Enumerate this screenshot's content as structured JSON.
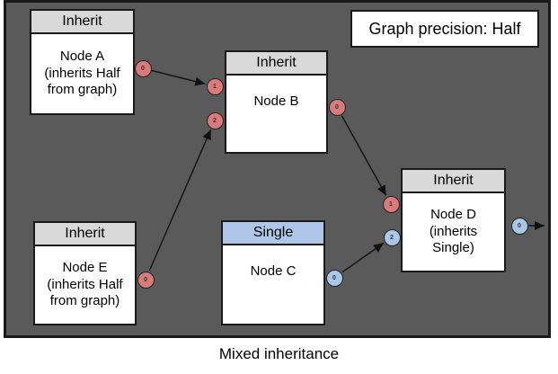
{
  "legend_box": {
    "label": "Graph precision: Half"
  },
  "caption": {
    "label": "Mixed inheritance"
  },
  "colors": {
    "canvas_bg": "#5a5a5a",
    "header_inherit": "#d9d9d9",
    "header_single": "#aec6e8",
    "port_red": "#d97b7b",
    "port_blue": "#aac7e8"
  },
  "nodes": {
    "a": {
      "header": "Inherit",
      "body": "Node A\n(inherits Half\nfrom graph)"
    },
    "b": {
      "header": "Inherit",
      "body": "Node B"
    },
    "c": {
      "header": "Single",
      "body": "Node C"
    },
    "d": {
      "header": "Inherit",
      "body": "Node D\n(inherits\nSingle)"
    },
    "e": {
      "header": "Inherit",
      "body": "Node E\n(inherits Half\nfrom graph)"
    }
  },
  "ports": {
    "a_out0": "0",
    "b_in1": "1",
    "b_in2": "2",
    "b_out0": "0",
    "c_out0": "0",
    "d_in1": "1",
    "d_in2": "2",
    "d_out0": "0",
    "e_out0": "0"
  }
}
